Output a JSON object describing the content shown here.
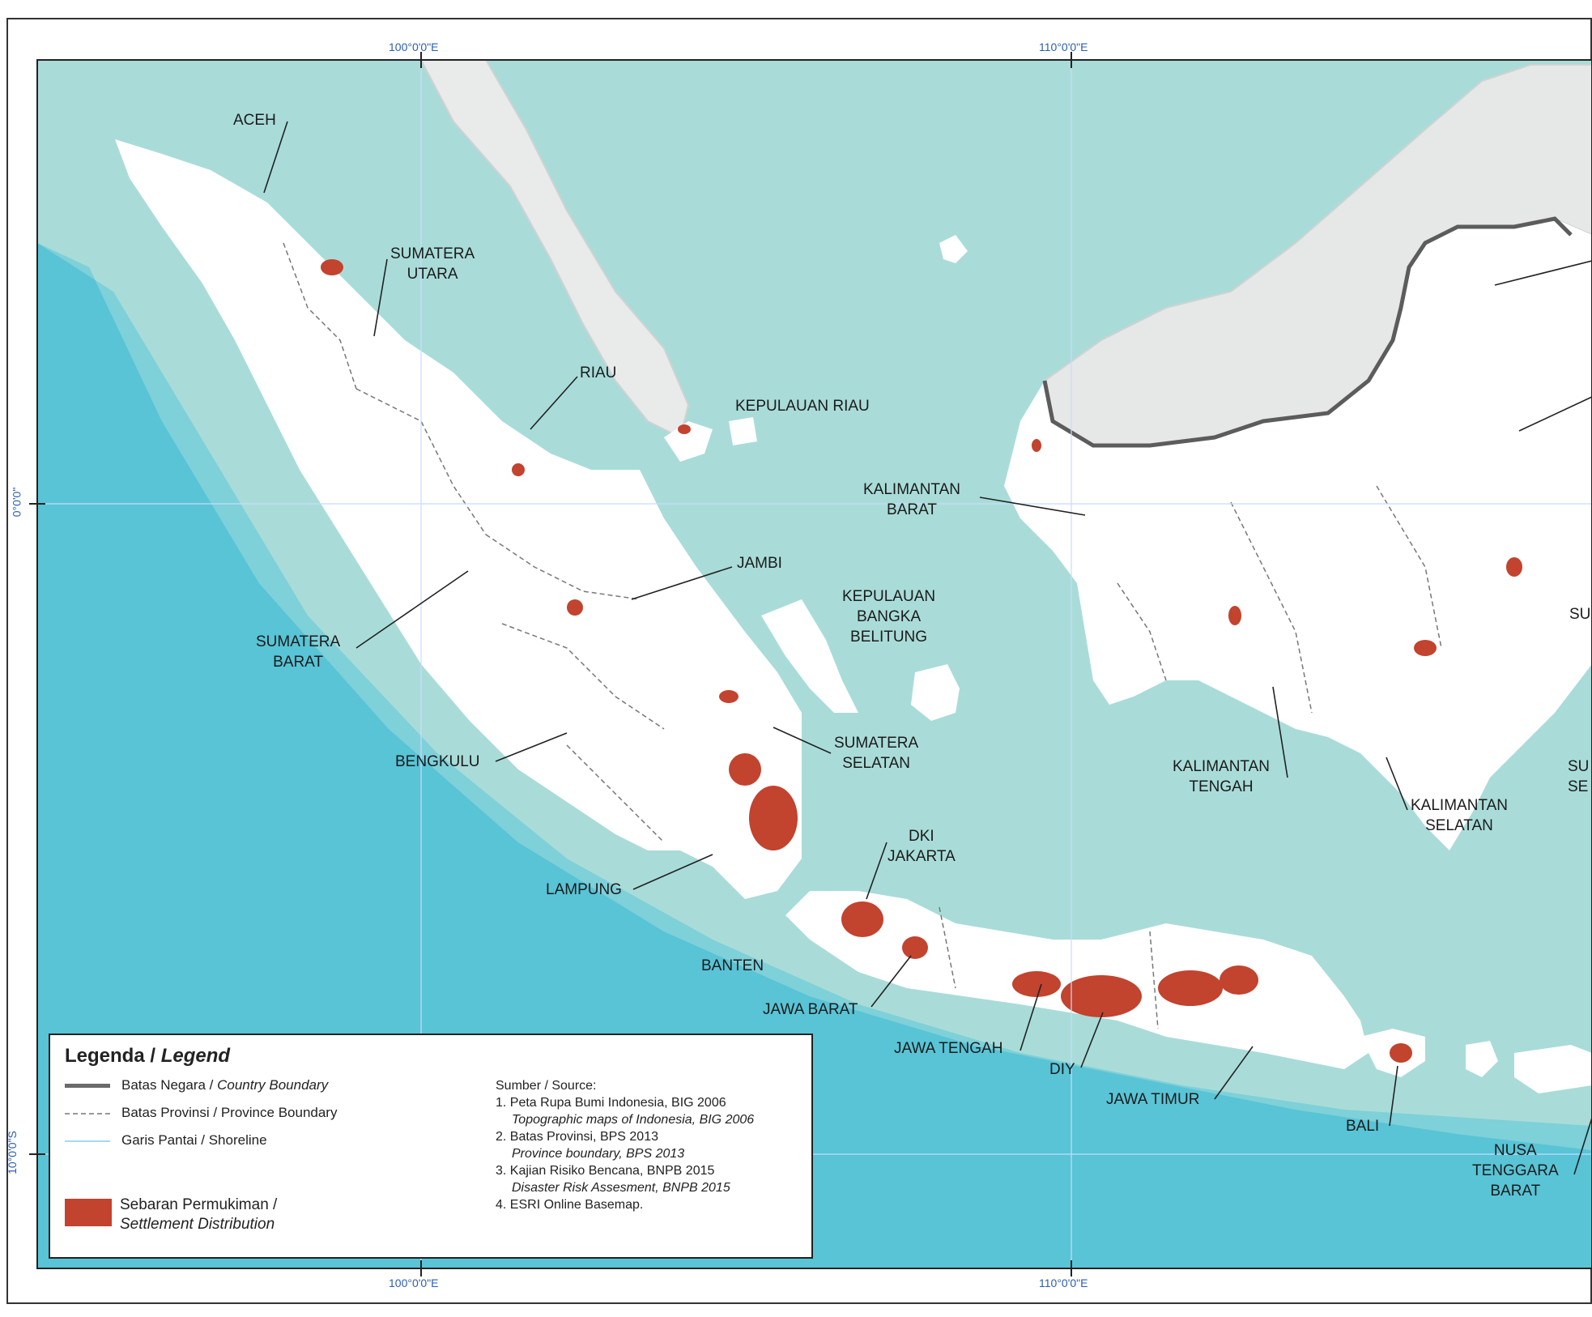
{
  "map": {
    "coords": {
      "top_100": "100°0'0\"E",
      "top_110": "110°0'0\"E",
      "bottom_100": "100°0'0\"E",
      "bottom_110": "110°0'0\"E",
      "left_0": "0°0'0\"",
      "left_10s": "10°0'0\"S"
    },
    "provinces": [
      {
        "id": "aceh",
        "lines": [
          "ACEH"
        ]
      },
      {
        "id": "sumatera-utara",
        "lines": [
          "SUMATERA",
          "UTARA"
        ]
      },
      {
        "id": "riau",
        "lines": [
          "RIAU"
        ]
      },
      {
        "id": "kepulauan-riau",
        "lines": [
          "KEPULAUAN RIAU"
        ]
      },
      {
        "id": "sumatera-barat",
        "lines": [
          "SUMATERA",
          "BARAT"
        ]
      },
      {
        "id": "jambi",
        "lines": [
          "JAMBI"
        ]
      },
      {
        "id": "bangka-belitung",
        "lines": [
          "KEPULAUAN",
          "BANGKA",
          "BELITUNG"
        ]
      },
      {
        "id": "kalimantan-barat",
        "lines": [
          "KALIMANTAN",
          "BARAT"
        ]
      },
      {
        "id": "bengkulu",
        "lines": [
          "BENGKULU"
        ]
      },
      {
        "id": "sumatera-selatan",
        "lines": [
          "SUMATERA",
          "SELATAN"
        ]
      },
      {
        "id": "kalimantan-tengah",
        "lines": [
          "KALIMANTAN",
          "TENGAH"
        ]
      },
      {
        "id": "kalimantan-selatan",
        "lines": [
          "KALIMANTAN",
          "SELATAN"
        ]
      },
      {
        "id": "dki-jakarta",
        "lines": [
          "DKI",
          "JAKARTA"
        ]
      },
      {
        "id": "lampung",
        "lines": [
          "LAMPUNG"
        ]
      },
      {
        "id": "banten",
        "lines": [
          "BANTEN"
        ]
      },
      {
        "id": "jawa-barat",
        "lines": [
          "JAWA BARAT"
        ]
      },
      {
        "id": "jawa-tengah",
        "lines": [
          "JAWA TENGAH"
        ]
      },
      {
        "id": "diy",
        "lines": [
          "DIY"
        ]
      },
      {
        "id": "jawa-timur",
        "lines": [
          "JAWA TIMUR"
        ]
      },
      {
        "id": "bali",
        "lines": [
          "BALI"
        ]
      },
      {
        "id": "ntb",
        "lines": [
          "NUSA",
          "TENGGARA",
          "BARAT"
        ]
      },
      {
        "id": "su-cut-1",
        "lines": [
          "SU",
          ""
        ]
      },
      {
        "id": "su-cut-2",
        "lines": [
          "SU",
          "SE"
        ]
      }
    ],
    "colors": {
      "sea": "#a9dcd8",
      "deep_sea": "#58c4d6",
      "land": "#ffffff",
      "settlement": "#c2432e",
      "graticule": "#c8dcff"
    }
  },
  "legend": {
    "title_id": "Legenda / ",
    "title_en": "Legend",
    "country_boundary": "Batas Negara / ",
    "country_boundary_en": "Country Boundary",
    "province_boundary": "Batas Provinsi / Province Boundary",
    "shoreline": "Garis Pantai / Shoreline",
    "settlement_line1": "Sebaran Permukiman /",
    "settlement_line2": "Settlement Distribution"
  },
  "sources": {
    "heading": "Sumber / Source:",
    "items": [
      {
        "main": "1. Peta Rupa Bumi Indonesia, BIG 2006",
        "sub": "Topographic maps of Indonesia, BIG 2006"
      },
      {
        "main": "2. Batas Provinsi, BPS 2013",
        "sub": "Province boundary, BPS 2013"
      },
      {
        "main": "3. Kajian Risiko Bencana, BNPB 2015",
        "sub": "Disaster Risk Assesment, BNPB 2015"
      },
      {
        "main": "4. ESRI Online Basemap.",
        "sub": ""
      }
    ]
  }
}
